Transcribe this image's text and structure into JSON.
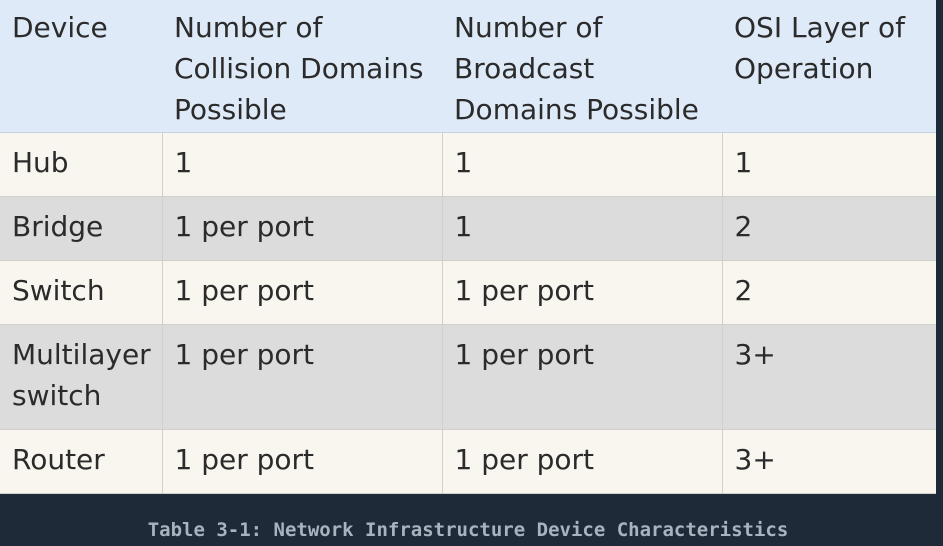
{
  "table": {
    "headers": [
      "Device",
      "Number of Collision Domains Possible",
      "Number of Broadcast Domains Possible",
      "OSI Layer of Operation"
    ],
    "rows": [
      [
        "Hub",
        "1",
        "1",
        "1"
      ],
      [
        "Bridge",
        "1 per port",
        "1",
        "2"
      ],
      [
        "Switch",
        "1 per port",
        "1 per port",
        "2"
      ],
      [
        "Multilayer switch",
        "1 per port",
        "1 per port",
        "3+"
      ],
      [
        "Router",
        "1 per port",
        "1 per port",
        "3+"
      ]
    ]
  },
  "caption": "Table 3-1: Network Infrastructure Device Characteristics"
}
